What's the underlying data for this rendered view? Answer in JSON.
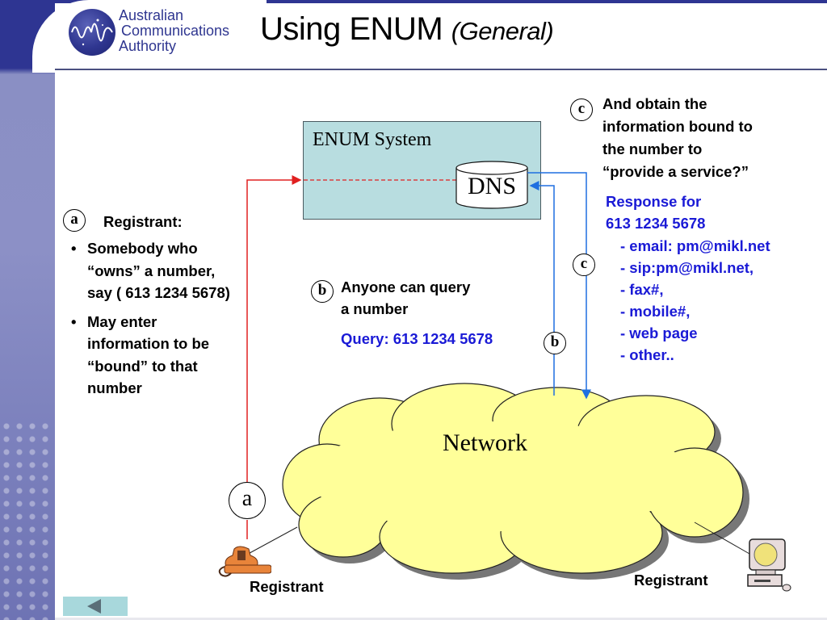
{
  "header": {
    "logo_lines": [
      "Australian",
      "Communications",
      "Authority"
    ],
    "title_main": "Using ENUM",
    "title_sub": "(General)"
  },
  "enum_system": {
    "label": "ENUM System",
    "dns_label": "DNS"
  },
  "network": {
    "label": "Network"
  },
  "registrant_section": {
    "marker": "a",
    "heading": "Registrant:",
    "bullets": [
      "Somebody who “owns” a number, say ( 613 1234 5678)",
      "May enter information to be “bound” to that number"
    ]
  },
  "query_section": {
    "marker": "b",
    "lines": [
      "Anyone can query",
      "a number"
    ],
    "query_text": "Query: 613 1234 5678"
  },
  "obtain_section": {
    "marker": "c",
    "lines": [
      "And obtain the",
      "information bound to",
      "the number to",
      "“provide a service?”"
    ]
  },
  "response": {
    "lines": [
      "Response for",
      "613 1234 5678"
    ],
    "items": [
      "- email: pm@mikl.net",
      "- sip:pm@mikl.net,",
      "- fax#,",
      "- mobile#,",
      "- web page",
      "- other.."
    ]
  },
  "path_markers": {
    "a": "a",
    "b": "b",
    "c": "c"
  },
  "endpoints": {
    "phone_label": "Registrant",
    "computer_label": "Registrant"
  },
  "colors": {
    "registrant_path": "#e02020",
    "query_path": "#1e6fe0",
    "response_text": "#1a1ad6",
    "cloud_fill": "#ffff99",
    "enum_box_fill": "#b8dde0",
    "brand": "#2e3592"
  },
  "nav": {
    "back_icon": "triangle-left-icon"
  }
}
